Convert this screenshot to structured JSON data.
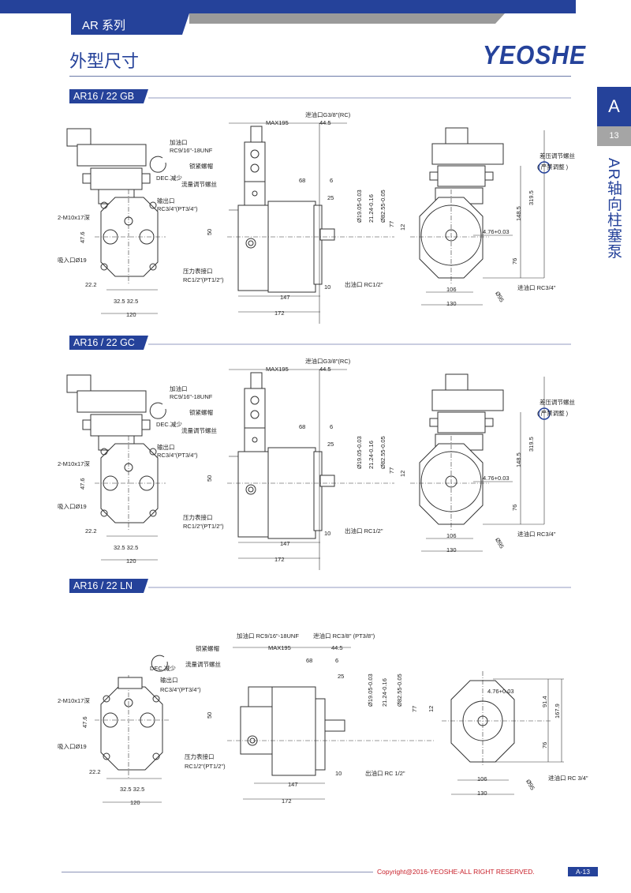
{
  "header": {
    "series": "AR 系列",
    "title": "外型尺寸",
    "logo": "YEOSHE"
  },
  "side_tab": {
    "letter": "A",
    "number": "13",
    "category": "AR轴向柱塞泵"
  },
  "colors": {
    "brand": "#25429a",
    "copyright": "#c8202a",
    "grey": "#9a9a9a"
  },
  "sections": [
    {
      "title": "AR16 / 22 GB",
      "labels": {
        "drain": "泄油口G3/8\"(RC)",
        "max": "MAX195",
        "d445": "44.5",
        "fill1": "加油口",
        "fill2": "RC9/16\"-18UNF",
        "locknut": "锁紧螺帽",
        "dec": "DEC.减少",
        "flow": "流量调节螺丝",
        "out1": "输出口",
        "out2": "RC3/4\"(PT3/4\")",
        "m10": "2-M10x17深",
        "d476": "47.6",
        "suction": "吸入口Ø19",
        "d222": "22.2",
        "d325": "32.5 32.5",
        "d120": "120",
        "d50": "50",
        "gauge1": "压力表接口",
        "gauge2": "RC1/2\"(PT1/2\")",
        "d147": "147",
        "d172": "172",
        "d10": "10",
        "outlet": "出油口 RC1/2\"",
        "d68": "68",
        "d6": "6",
        "d25": "25",
        "d1905": "Ø19.05-0.03",
        "d2124": "21.24-0.16",
        "d8255": "Ø82.55-0.05",
        "d77": "77",
        "d12": "12",
        "diffp": "差压调节螺丝",
        "noadj": "( 严禁调整 )",
        "d3195": "319.5",
        "d1485": "148.5",
        "key": "4.76+0.03",
        "d76": "76",
        "d106": "106",
        "d130": "130",
        "d95": "Ø95",
        "inlet": "进油口 RC3/4\""
      }
    },
    {
      "title": "AR16 / 22 GC",
      "labels": {
        "drain": "泄油口G3/8\"(RC)",
        "max": "MAX195",
        "d445": "44.5",
        "fill1": "加油口",
        "fill2": "RC9/16\"-18UNF",
        "locknut": "锁紧螺帽",
        "dec": "DEC.减少",
        "flow": "流量调节螺丝",
        "out1": "输出口",
        "out2": "RC3/4\"(PT3/4\")",
        "m10": "2-M10x17深",
        "d476": "47.6",
        "suction": "吸入口Ø19",
        "d222": "22.2",
        "d325": "32.5 32.5",
        "d120": "120",
        "d50": "50",
        "gauge1": "压力表接口",
        "gauge2": "RC1/2\"(PT1/2\")",
        "d147": "147",
        "d172": "172",
        "d10": "10",
        "outlet": "出油口 RC1/2\"",
        "d68": "68",
        "d6": "6",
        "d25": "25",
        "d1905": "Ø19.05-0.03",
        "d2124": "21.24-0.16",
        "d8255": "Ø82.55-0.05",
        "d77": "77",
        "d12": "12",
        "diffp": "差压调节螺丝",
        "noadj": "( 严禁调整 )",
        "d3195": "319.5",
        "d1485": "148.5",
        "key": "4.76+0.03",
        "d76": "76",
        "d106": "106",
        "d130": "130",
        "d95": "Ø95",
        "inlet": "进油口 RC3/4\""
      }
    },
    {
      "title": "AR16 / 22 LN",
      "labels": {
        "drain": "泄油口 RC3/8\" (PT3/8\")",
        "max": "MAX195",
        "d445": "44.5",
        "fill": "加油口 RC9/16\"-18UNF",
        "locknut": "锁紧螺帽",
        "dec": "DEC.减少",
        "flow": "流量调节螺丝",
        "out1": "输出口",
        "out2": "RC3/4\"(PT3/4\")",
        "m10": "2-M10x17深",
        "d476": "47.6",
        "suction": "吸入口Ø19",
        "d222": "22.2",
        "d325": "32.5 32.5",
        "d120": "120",
        "d50": "50",
        "gauge1": "压力表接口",
        "gauge2": "RC1/2\"(PT1/2\")",
        "d147": "147",
        "d172": "172",
        "d10": "10",
        "outlet": "出油口 RC 1/2\"",
        "d68": "68",
        "d6": "6",
        "d25": "25",
        "d1905": "Ø19.05-0.03",
        "d2124": "21.24-0.16",
        "d8255": "Ø82.55-0.05",
        "d77": "77",
        "d12": "12",
        "key": "4.76+0.03",
        "d914": "91.4",
        "d1679": "167.9",
        "d76": "76",
        "d106": "106",
        "d130": "130",
        "d95": "Ø95",
        "inlet": "进油口 RC 3/4\""
      }
    }
  ],
  "footer": {
    "copyright": "Copyright@2016-YEOSHE-ALL RIGHT RESERVED.",
    "page": "A-13"
  }
}
